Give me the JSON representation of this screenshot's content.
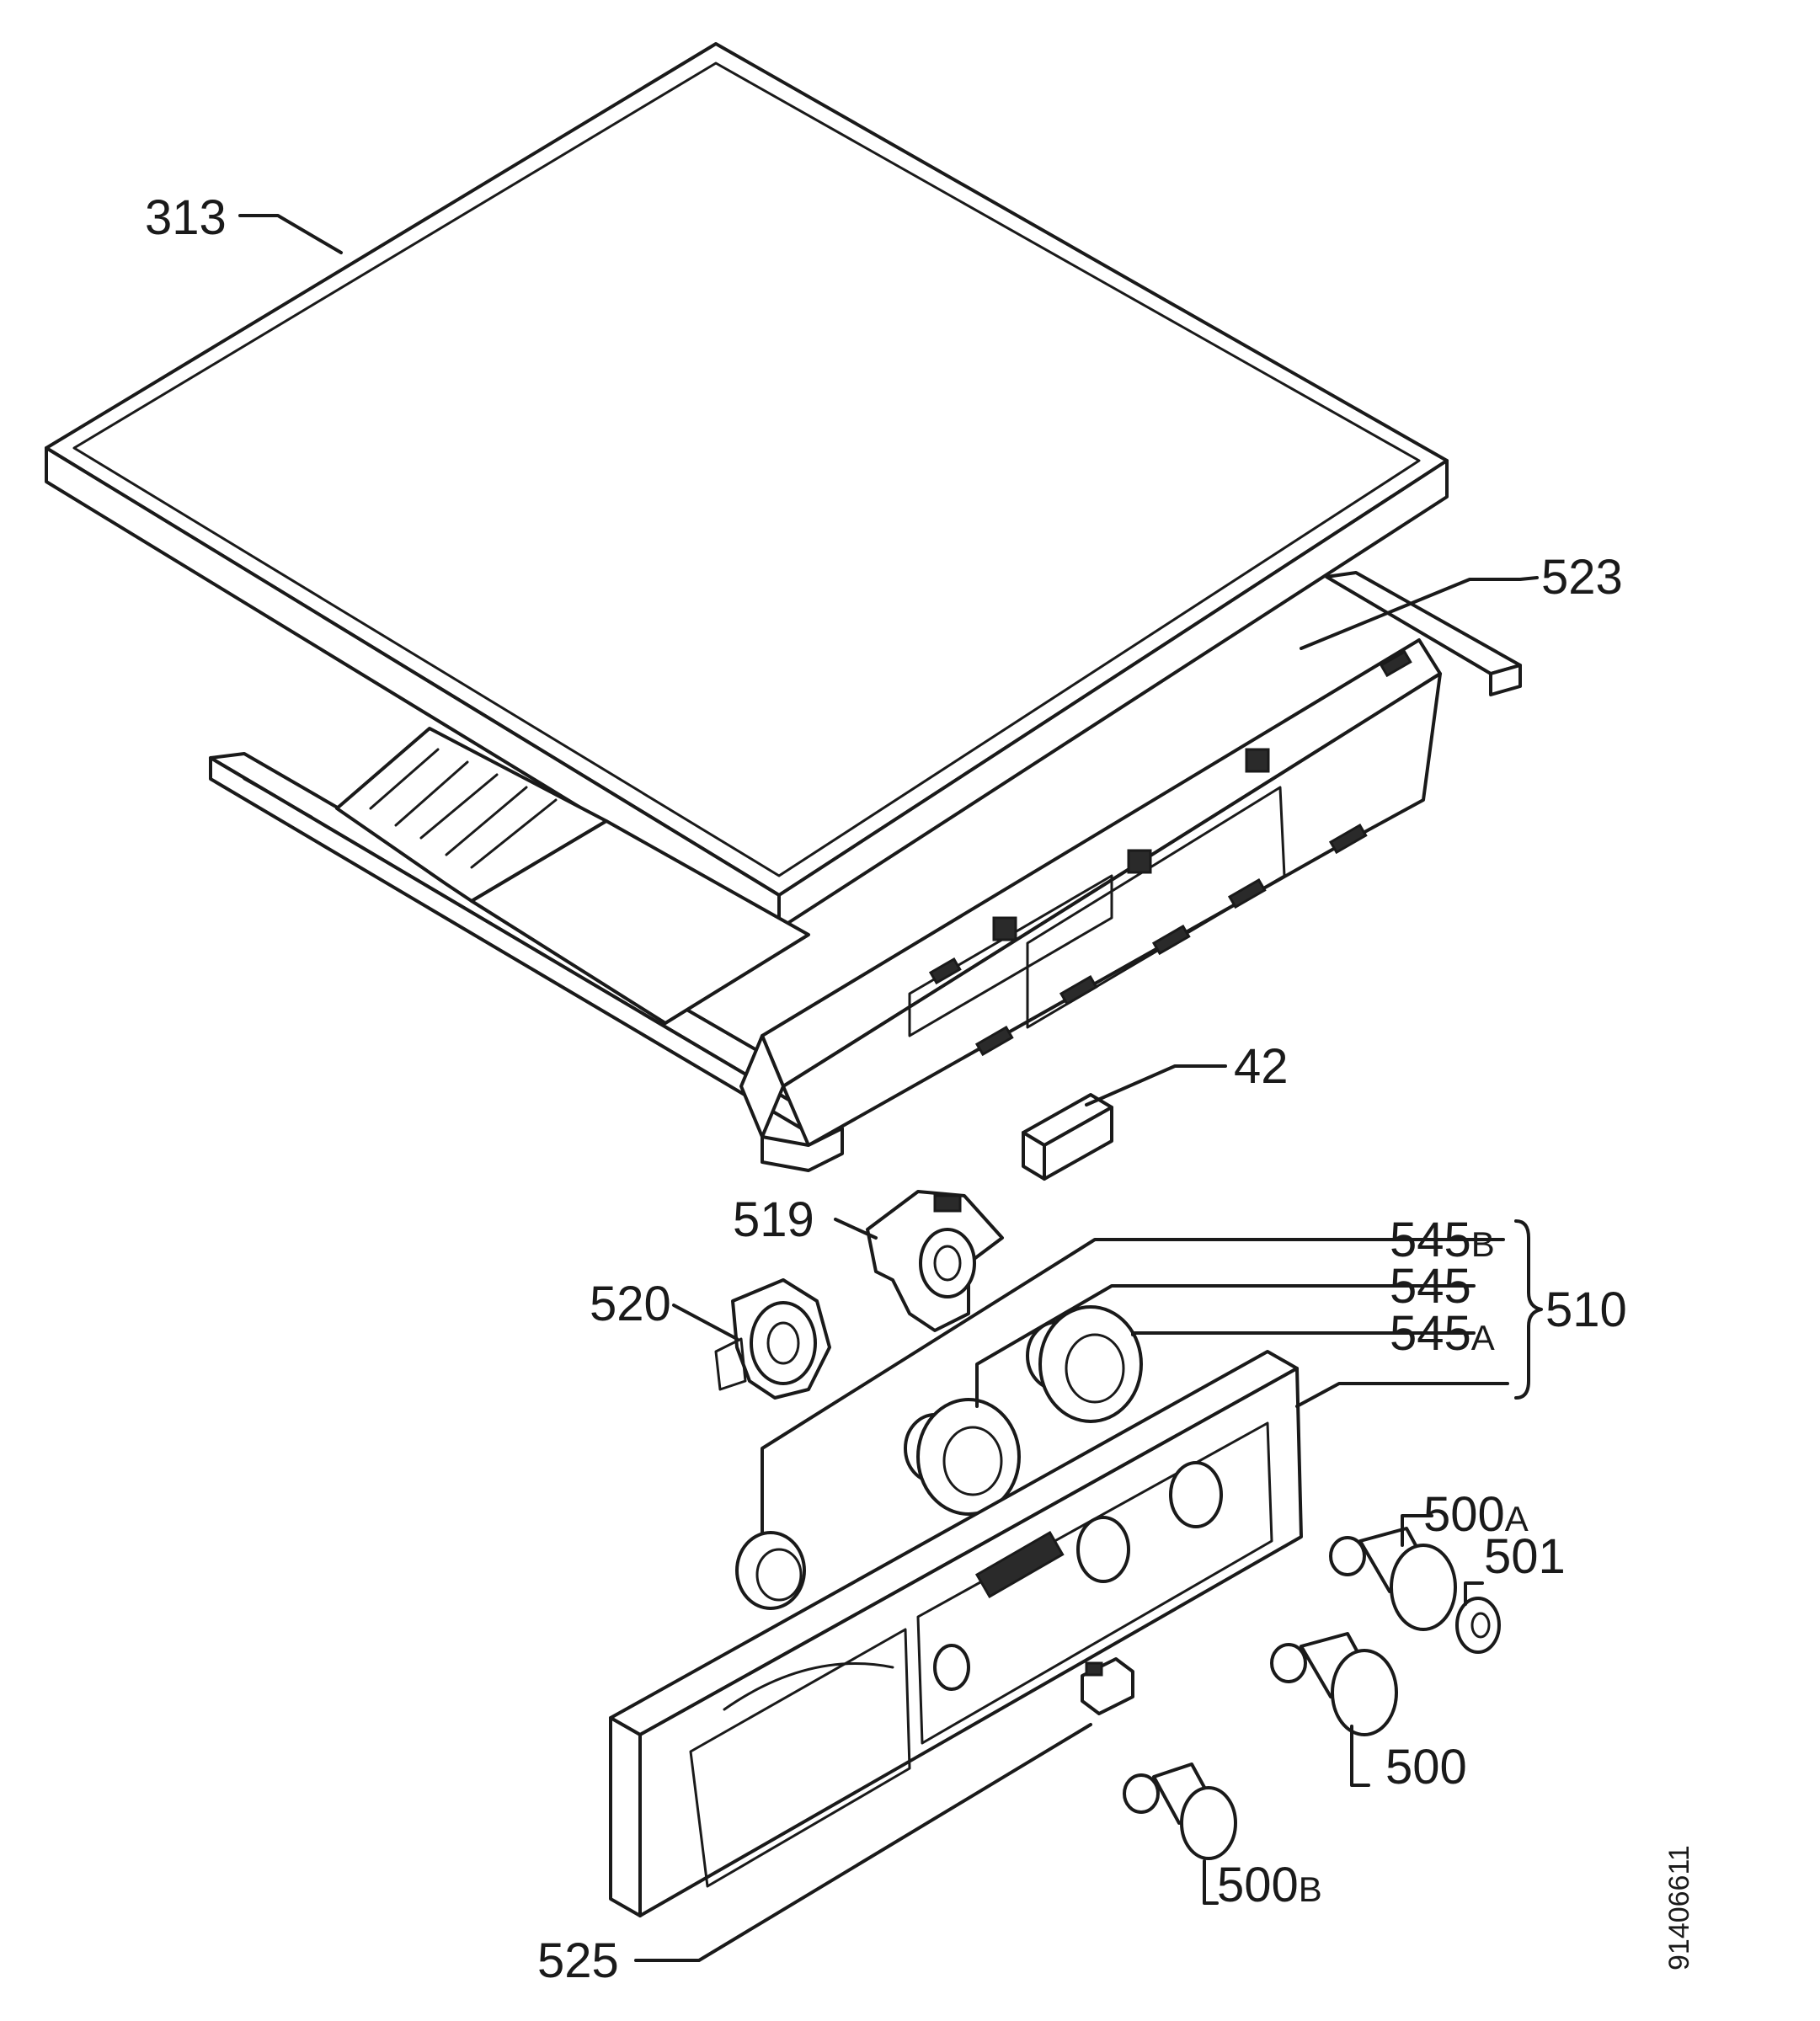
{
  "labels": {
    "lid": "313",
    "frame": "523",
    "clip": "42",
    "selector_a": "519",
    "selector_b": "520",
    "knob_insert_b_num": "545",
    "knob_insert_b_suffix": "B",
    "knob_insert": "545",
    "knob_insert_a_num": "545",
    "knob_insert_a_suffix": "A",
    "knob_kit": "510",
    "knob_a_num": "500",
    "knob_a_suffix": "A",
    "ring": "501",
    "knob": "500",
    "knob_b_num": "500",
    "knob_b_suffix": "B",
    "panel": "525"
  },
  "document_number": "91406611"
}
